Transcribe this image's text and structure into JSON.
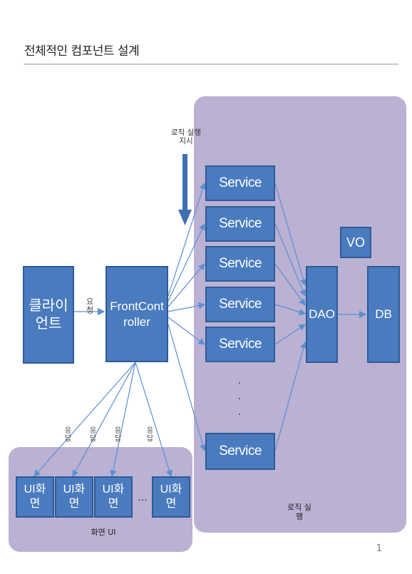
{
  "slide": {
    "title": "전체적인 컴포넌트 설계",
    "page_number": "1"
  },
  "boxes": {
    "client": "클라이언트",
    "front_controller": "FrontController",
    "services": [
      "Service",
      "Service",
      "Service",
      "Service",
      "Service",
      "Service"
    ],
    "dao": "DAO",
    "db": "DB",
    "vo": "VO",
    "ui_screens": [
      "UI화면",
      "UI화면",
      "UI화면",
      "UI화면"
    ]
  },
  "labels": {
    "request": "요청",
    "response": "응답",
    "logic_instruction": "로직 실행 지시",
    "logic_execution": "로직 실행",
    "screen_ui": "화면 UI",
    "ellipsis": "..."
  },
  "colors": {
    "box_fill": "#4a7bbf",
    "box_border": "#2e5b97",
    "panel_fill": "#bbb1d3",
    "arrow": "#5b8fd1"
  }
}
